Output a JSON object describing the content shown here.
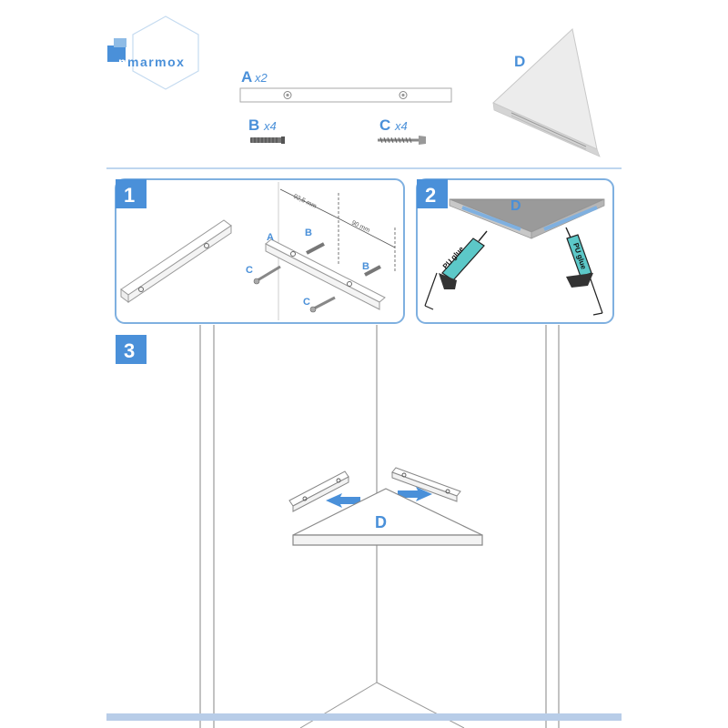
{
  "brand": {
    "name": "marmox"
  },
  "parts": {
    "a": {
      "letter": "A",
      "qty": "x2"
    },
    "b": {
      "letter": "B",
      "qty": "x4"
    },
    "c": {
      "letter": "C",
      "qty": "x4"
    },
    "d": {
      "letter": "D"
    }
  },
  "steps": [
    {
      "number": "1"
    },
    {
      "number": "2"
    },
    {
      "number": "3"
    }
  ],
  "step1": {
    "dim_1": "92,5 mm",
    "dim_2": "90 mm",
    "label_a": "A",
    "label_b1": "B",
    "label_b2": "B",
    "label_c1": "C",
    "label_c2": "C"
  },
  "step2": {
    "label_d": "D",
    "glue_text_left": "PU glue",
    "glue_text_right": "PU glue"
  },
  "step3": {
    "label_d": "D"
  },
  "colors": {
    "accent": "#4a90d9",
    "frame": "#7fb0e0",
    "light_blue": "#b8cde8",
    "glue_tube": "#5cc8c8"
  }
}
